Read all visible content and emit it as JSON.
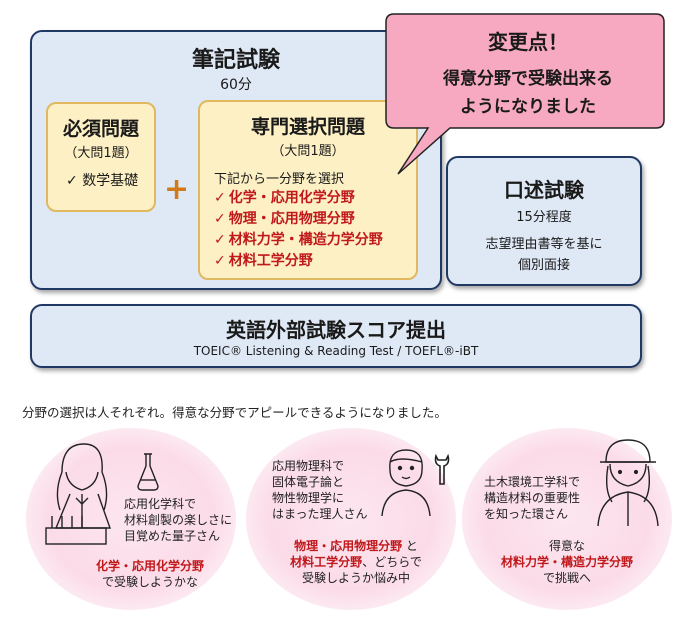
{
  "written_exam": {
    "title": "筆記試験",
    "time": "60分"
  },
  "required": {
    "title": "必須問題",
    "sub": "（大問1題）",
    "check": "✓",
    "item": "数学基礎"
  },
  "plus": "+",
  "specialty": {
    "title": "専門選択問題",
    "sub": "（大問1題）",
    "lead": "下記から一分野を選択",
    "check": "✓",
    "options": [
      "化学・応用化学分野",
      "物理・応用物理分野",
      "材料力学・構造力学分野",
      "材料工学分野"
    ]
  },
  "callout": {
    "title": "変更点！",
    "line1": "得意分野で受験出来る",
    "line2": "ようになりました"
  },
  "oral_exam": {
    "title": "口述試験",
    "time": "15分程度",
    "desc1": "志望理由書等を基に",
    "desc2": "個別面接"
  },
  "english": {
    "title": "英語外部試験スコア提出",
    "sub": "TOEIC® Listening & Reading Test / TOEFL®-iBT"
  },
  "note": "分野の選択は人それぞれ。得意な分野でアピールできるようになりました。",
  "persons": [
    {
      "lines": [
        "応用化学科で",
        "材料創製の楽しさに",
        "目覚めた量子さん"
      ],
      "field": "化学・応用化学分野",
      "tail": "で受験しようかな"
    },
    {
      "lines": [
        "応用物理科で",
        "固体電子論と",
        "物性物理学に",
        "はまった理人さん"
      ],
      "field1": "物理・応用物理分野",
      "conj": "と",
      "field2": "材料工学分野",
      "mid": "、どちらで",
      "tail": "受験しようか悩み中"
    },
    {
      "lines": [
        "土木環境工学科で",
        "構造材料の重要性",
        "を知った環さん"
      ],
      "pre": "得意な",
      "field": "材料力学・構造力学分野",
      "tail": "で挑戦へ"
    }
  ],
  "colors": {
    "panel_border": "#1f3864",
    "panel_fill": "#dfe8f5",
    "box_fill": "#fdf0c4",
    "callout_fill": "#f6a9c0",
    "accent_red": "#c0181b",
    "plus_orange": "#d07a1a"
  },
  "icons": [
    "check-icon",
    "scientist-icon",
    "engineer-icon",
    "hardhat-worker-icon",
    "flask-icon",
    "wrench-icon"
  ]
}
